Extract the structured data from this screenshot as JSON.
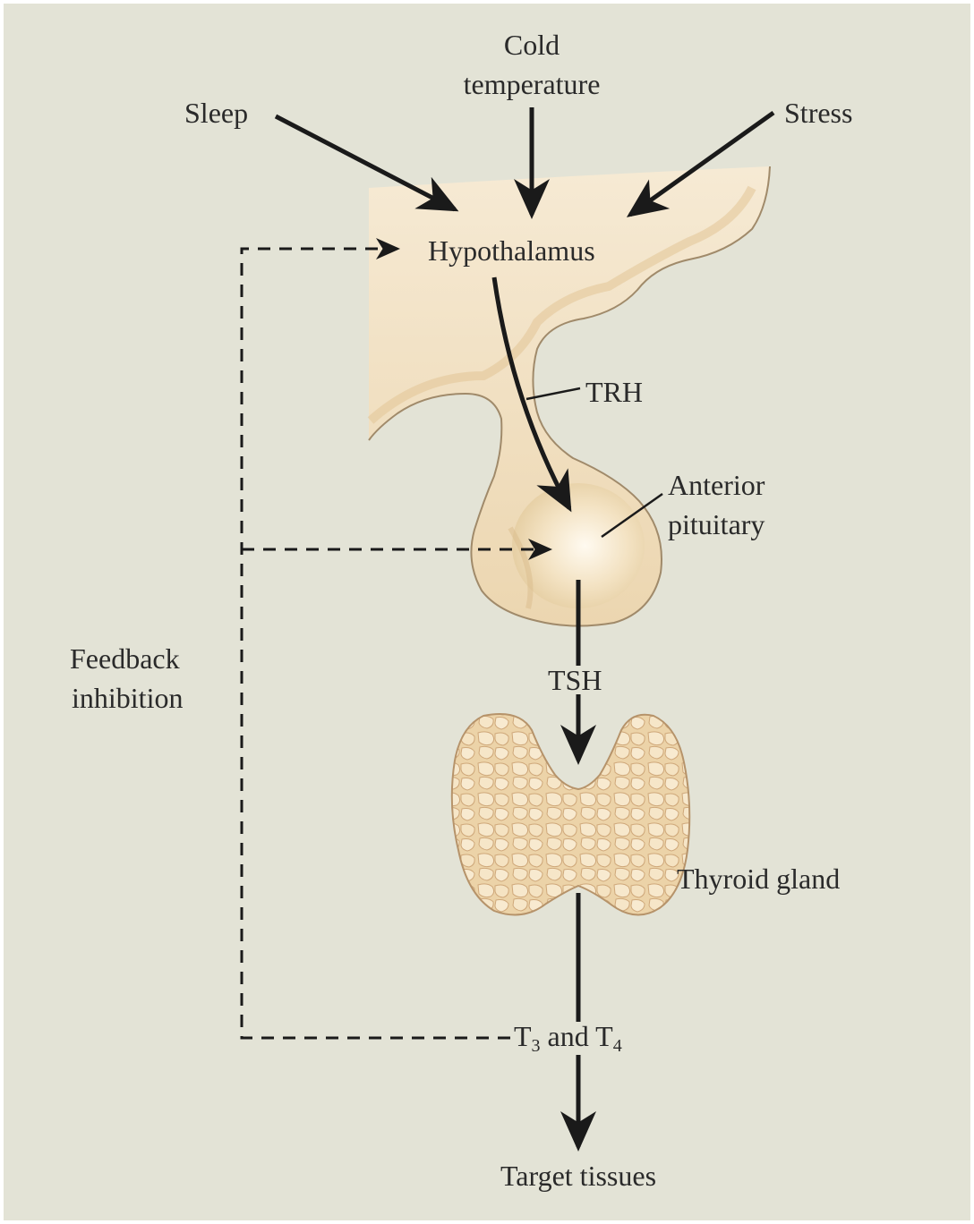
{
  "labels": {
    "cold": "Cold",
    "temperature": "temperature",
    "sleep": "Sleep",
    "stress": "Stress",
    "hypothalamus": "Hypothalamus",
    "trh": "TRH",
    "anterior": "Anterior",
    "pituitary": "pituitary",
    "feedback": "Feedback",
    "inhibition": "inhibition",
    "tsh": "TSH",
    "thyroid_gland": "Thyroid gland",
    "t3_letter": "T",
    "t3_sub": "3",
    "and": "and",
    "t4_letter": "T",
    "t4_sub": "4",
    "target_tissues": "Target tissues"
  },
  "colors": {
    "background": "#e3e3d6",
    "tissue": "#efdcb8",
    "tissue_edge": "#a08a6a",
    "arrow": "#1a1a1a",
    "text": "#2a2a2a"
  },
  "icons": {
    "hypothalamus": "hypothalamus-tissue-illustration",
    "pituitary": "anterior-pituitary-illustration",
    "thyroid": "thyroid-gland-illustration"
  }
}
